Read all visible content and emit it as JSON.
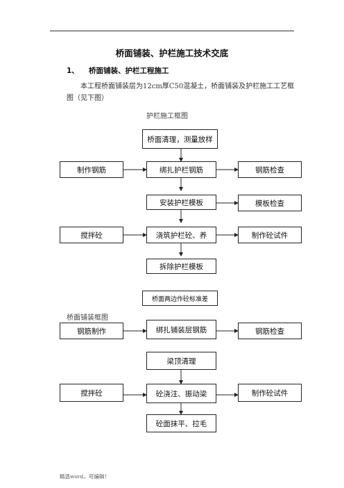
{
  "header": {
    "corner_mark": "."
  },
  "document": {
    "title": "桥面铺装、护栏施工技术交底",
    "section_number": "1、",
    "section_title": "桥面铺装、护栏工程施工",
    "paragraph": "本工程桥面铺装层为12cm厚C50混凝土，桥面铺装及护栏施工工艺框图（见下图）"
  },
  "guardrail_flow": {
    "label": "护栏施工框图",
    "boxes": {
      "clean_survey": "桥面清理，测量放样",
      "make_rebar": "制作钢筋",
      "tie_rebar": "绑扎护栏钢筋",
      "rebar_check": "钢筋检查",
      "install_formwork": "安装护栏模板",
      "formwork_check": "模板检查",
      "mix_concrete": "搅拌砼",
      "pour_cure": "浇筑护栏砼、养",
      "make_specimens": "制作砼试件",
      "remove_formwork": "拆除护栏模板"
    }
  },
  "deck_flow": {
    "label": "桥面铺装框图",
    "boxes": {
      "edge_marks": "桥面两边作砼标准差",
      "rebar_fab": "钢筋制作",
      "tie_deck_rebar": "绑扎铺装层钢筋",
      "rebar_check": "钢筋检查",
      "beam_top_clean": "梁顶清理",
      "mix_concrete": "搅拌砼",
      "pour_vibrate": "砼浇注、振动梁",
      "make_specimens": "制作砼试件",
      "trowel_texture": "砼面抹平、拉毛"
    }
  },
  "footer": {
    "note": "精选word，可编辑！"
  }
}
